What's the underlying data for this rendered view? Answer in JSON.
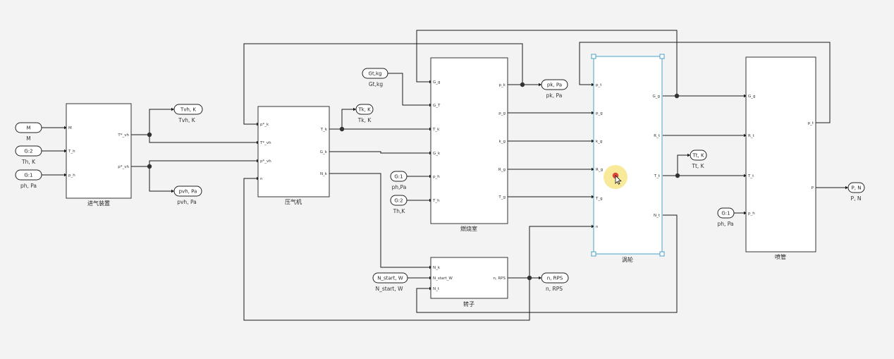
{
  "blocks": {
    "inlet": {
      "name": "进气装置",
      "ports_in": [
        "M",
        "T_h",
        "p_h"
      ],
      "ports_out": [
        "T*_vh",
        "p*_vh"
      ]
    },
    "compressor": {
      "name": "压气机",
      "ports_in": [
        "p*_k",
        "T*_vh",
        "p*_vh",
        "n"
      ],
      "ports_out": [
        "T_k",
        "G_k",
        "N_k"
      ]
    },
    "combustor": {
      "name": "燃烧室",
      "ports_in": [
        "G_g",
        "G_T",
        "T_k",
        "G_k",
        "p_h",
        "T_h"
      ],
      "ports_out": [
        "p_k",
        "p_g",
        "k_g",
        "R_g",
        "T_g"
      ]
    },
    "turbine": {
      "name": "涡轮",
      "ports_in": [
        "p_t",
        "p_g",
        "k_g",
        "R_g",
        "T_g",
        "n"
      ],
      "ports_out": [
        "G_g",
        "R_t",
        "T_t",
        "N_t"
      ]
    },
    "nozzle": {
      "name": "喷管",
      "ports_in": [
        "G_g",
        "R_t",
        "T_t",
        "p_h"
      ],
      "ports_out": [
        "p_t",
        "P"
      ]
    },
    "rotor": {
      "name": "转子",
      "ports_in": [
        "N_k",
        "N_start_W",
        "N_t"
      ],
      "ports_out": [
        "n, RPS"
      ]
    }
  },
  "tags": {
    "M_in": {
      "label": "M",
      "sub": "M"
    },
    "G2_in": {
      "label": "G:2",
      "sub": "Th, K"
    },
    "G1_in": {
      "label": "G:1",
      "sub": "ph, Pa"
    },
    "Tvh": {
      "label": "Tvh, K",
      "sub": "Tvh, K"
    },
    "pvh": {
      "label": "pvh, Pa",
      "sub": "pvh, Pa"
    },
    "Tk": {
      "label": "Tk, K",
      "sub": "Tk, K"
    },
    "Gtkg": {
      "label": "Gt,kg",
      "sub": "Gt,kg"
    },
    "G1_c": {
      "label": "G:1",
      "sub": "ph,Pa"
    },
    "G2_c": {
      "label": "G:2",
      "sub": "Th,K"
    },
    "pk": {
      "label": "pk, Pa",
      "sub": "pk, Pa"
    },
    "Nstart": {
      "label": "N_start, W",
      "sub": "N_start, W"
    },
    "nRPS": {
      "label": "n, RPS",
      "sub": "n, RPS"
    },
    "Tt": {
      "label": "Tt, K",
      "sub": "Tt, K"
    },
    "G1_n": {
      "label": "G:1",
      "sub": "ph,  Pa"
    },
    "PN": {
      "label": "P, N",
      "sub": "P, N"
    }
  },
  "colors": {
    "selection": "#4a9fc8",
    "cursor_highlight": "#f7e27a",
    "cursor_dot": "#e0453a"
  }
}
